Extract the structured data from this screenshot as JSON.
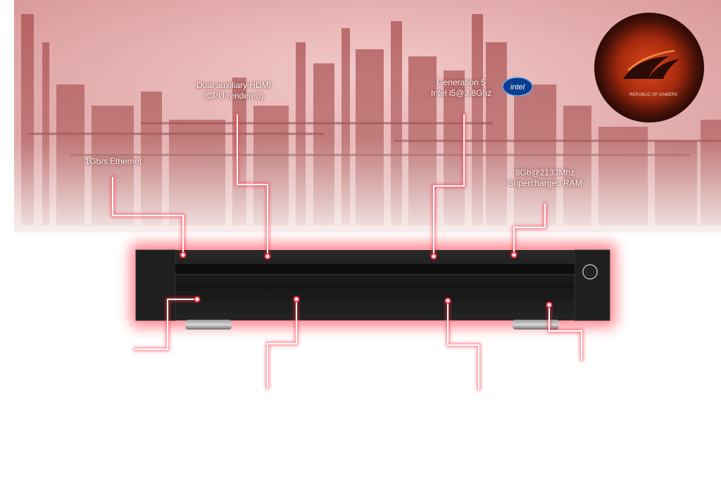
{
  "colors": {
    "accent": "#ff1a2a",
    "glow": "#ff3344",
    "case": "#1c1c1c",
    "skyline": "#b85a5a"
  },
  "labels": {
    "ethernet": "1Gb/s Ethernet",
    "hdmi_line1": "Dual auxiliary HDMI",
    "hdmi_line2": "(CPU rendered)",
    "cpu_line1": "Generation 5",
    "cpu_line2": "Intel i5@3.8Ghz",
    "ram_line1": "8Gb@2133Mhz",
    "ram_line2": "Supercharged RAM"
  },
  "logos": {
    "intel_text": "intel",
    "rog_text": "REPUBLIC OF GAMERS"
  },
  "icons": {
    "power": "power-button-icon",
    "intel": "intel-logo-icon",
    "rog": "rog-logo-icon"
  }
}
